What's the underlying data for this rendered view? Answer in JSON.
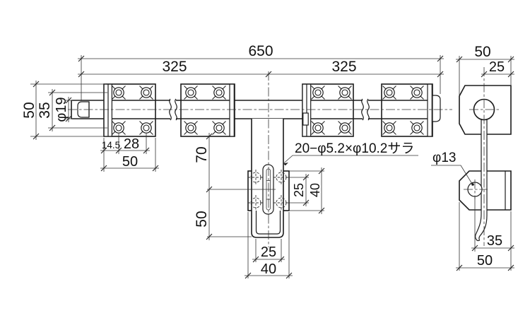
{
  "drawing": {
    "front_view": {
      "dim_overall_length": "650",
      "dim_left_span": "325",
      "dim_right_span": "325",
      "dim_plate_height": "50",
      "dim_inner_height": "35",
      "dim_rod_diameter": "φ19",
      "dim_edge_to_hole": "14.5",
      "dim_hole_pitch": "28",
      "dim_plate_width": "50",
      "dim_center_drop_upper": "70",
      "dim_center_drop_lower": "50",
      "dim_catch_hole_pitch_v": "25",
      "dim_catch_height": "40",
      "dim_catch_hole_pitch_h": "25",
      "dim_catch_width": "40",
      "callout_screw_holes": "20−φ5.2×φ10.2サラ"
    },
    "side_view": {
      "dim_plate_width": "50",
      "dim_center_offset": "25",
      "callout_hole": "φ13",
      "dim_hole_to_edge": "35",
      "dim_lower_plate_width": "50"
    }
  }
}
